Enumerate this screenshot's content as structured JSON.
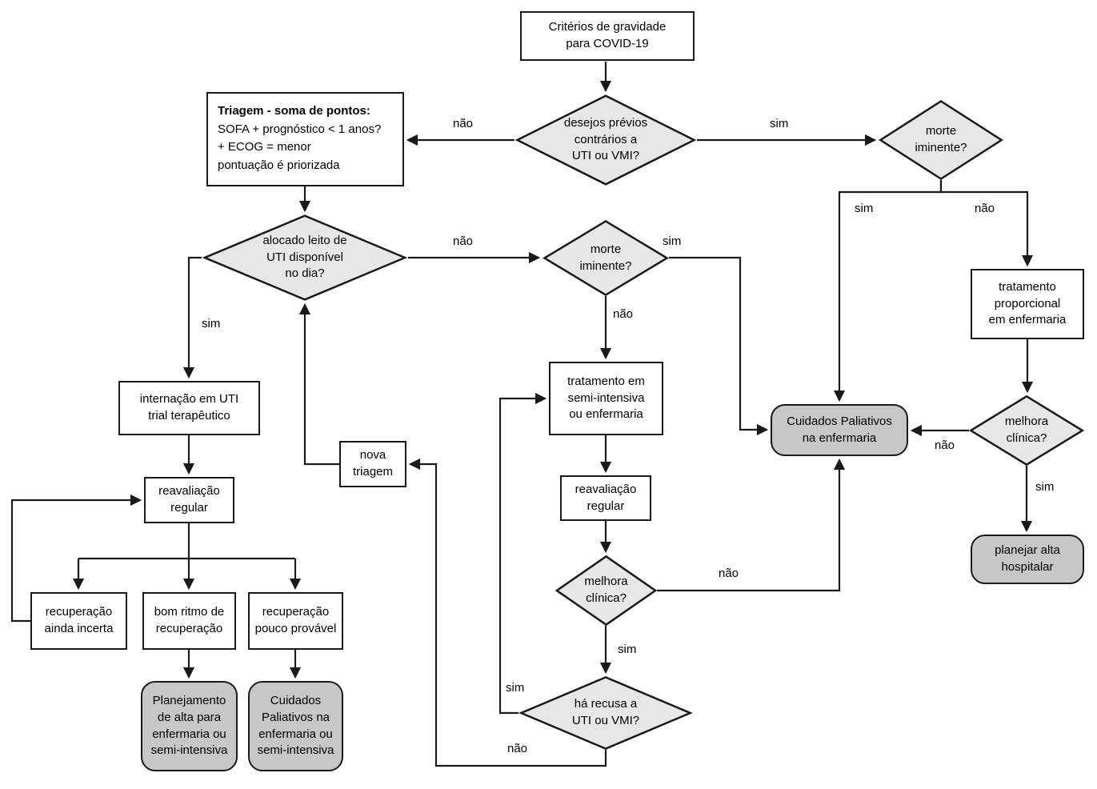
{
  "diagram": {
    "title": "Critérios de gravidade para COVID-19",
    "colors": {
      "decision_fill": "#e7e7e7",
      "terminal_fill": "#c7c7c7",
      "process_fill": "#ffffff",
      "line": "#1a1a1a"
    }
  },
  "nodes": {
    "start": {
      "label": "Critérios de gravidade\npara COVID-19"
    },
    "triagem": {
      "title": "Triagem - soma de pontos:",
      "body": "SOFA + prognóstico < 1 anos?\n+ ECOG = menor\npontuação é priorizada"
    },
    "desejos": {
      "label": "desejos prévios\ncontrários a\nUTI ou VMI?"
    },
    "morte_right": {
      "label": "morte\niminente?"
    },
    "alocado": {
      "label": "alocado leito de\nUTI disponível\nno dia?"
    },
    "morte_mid": {
      "label": "morte\niminente?"
    },
    "trat_prop": {
      "label": "tratamento\nproporcional\nem enfermaria"
    },
    "internacao": {
      "label": "internação em UTI\ntrial terapêutico"
    },
    "trat_semi": {
      "label": "tratamento em\nsemi-intensiva\nou enfermaria"
    },
    "cuidados_enf": {
      "label": "Cuidados Paliativos\nna enfermaria"
    },
    "melhora_right": {
      "label": "melhora\nclínica?"
    },
    "nova_triagem": {
      "label": "nova\ntriagem"
    },
    "reaval_left": {
      "label": "reavaliação\nregular"
    },
    "reaval_mid": {
      "label": "reavaliação\nregular"
    },
    "planejar_alta": {
      "label": "planejar alta\nhospitalar"
    },
    "melhora_mid": {
      "label": "melhora\nclínica?"
    },
    "rec_incerta": {
      "label": "recuperação\nainda incerta"
    },
    "bom_ritmo": {
      "label": "bom ritmo de\nrecuperação"
    },
    "rec_improv": {
      "label": "recuperação\npouco provável"
    },
    "planej_alta_enf": {
      "label": "Planejamento\nde alta para\nenfermaria ou\nsemi-intensiva"
    },
    "cuidados_semi": {
      "label": "Cuidados\nPaliativos na\nenfermaria ou\nsemi-intensiva"
    },
    "ha_recusa": {
      "label": "há recusa a\nUTI ou VMI?"
    }
  },
  "edge_labels": {
    "desejos_to_triagem": "não",
    "desejos_to_morte_right": "sim",
    "alocado_to_internacao": "sim",
    "alocado_to_morte_mid": "não",
    "morte_mid_to_cuidados": "sim",
    "morte_mid_to_trat_semi": "não",
    "morte_right_to_cuidados": "sim",
    "morte_right_to_trat_prop": "não",
    "melhora_right_to_cuidados": "não",
    "melhora_right_to_alta": "sim",
    "melhora_mid_to_cuidados": "não",
    "melhora_mid_to_recusa": "sim",
    "recusa_to_trat_semi": "sim",
    "recusa_to_nova_triagem": "não"
  }
}
